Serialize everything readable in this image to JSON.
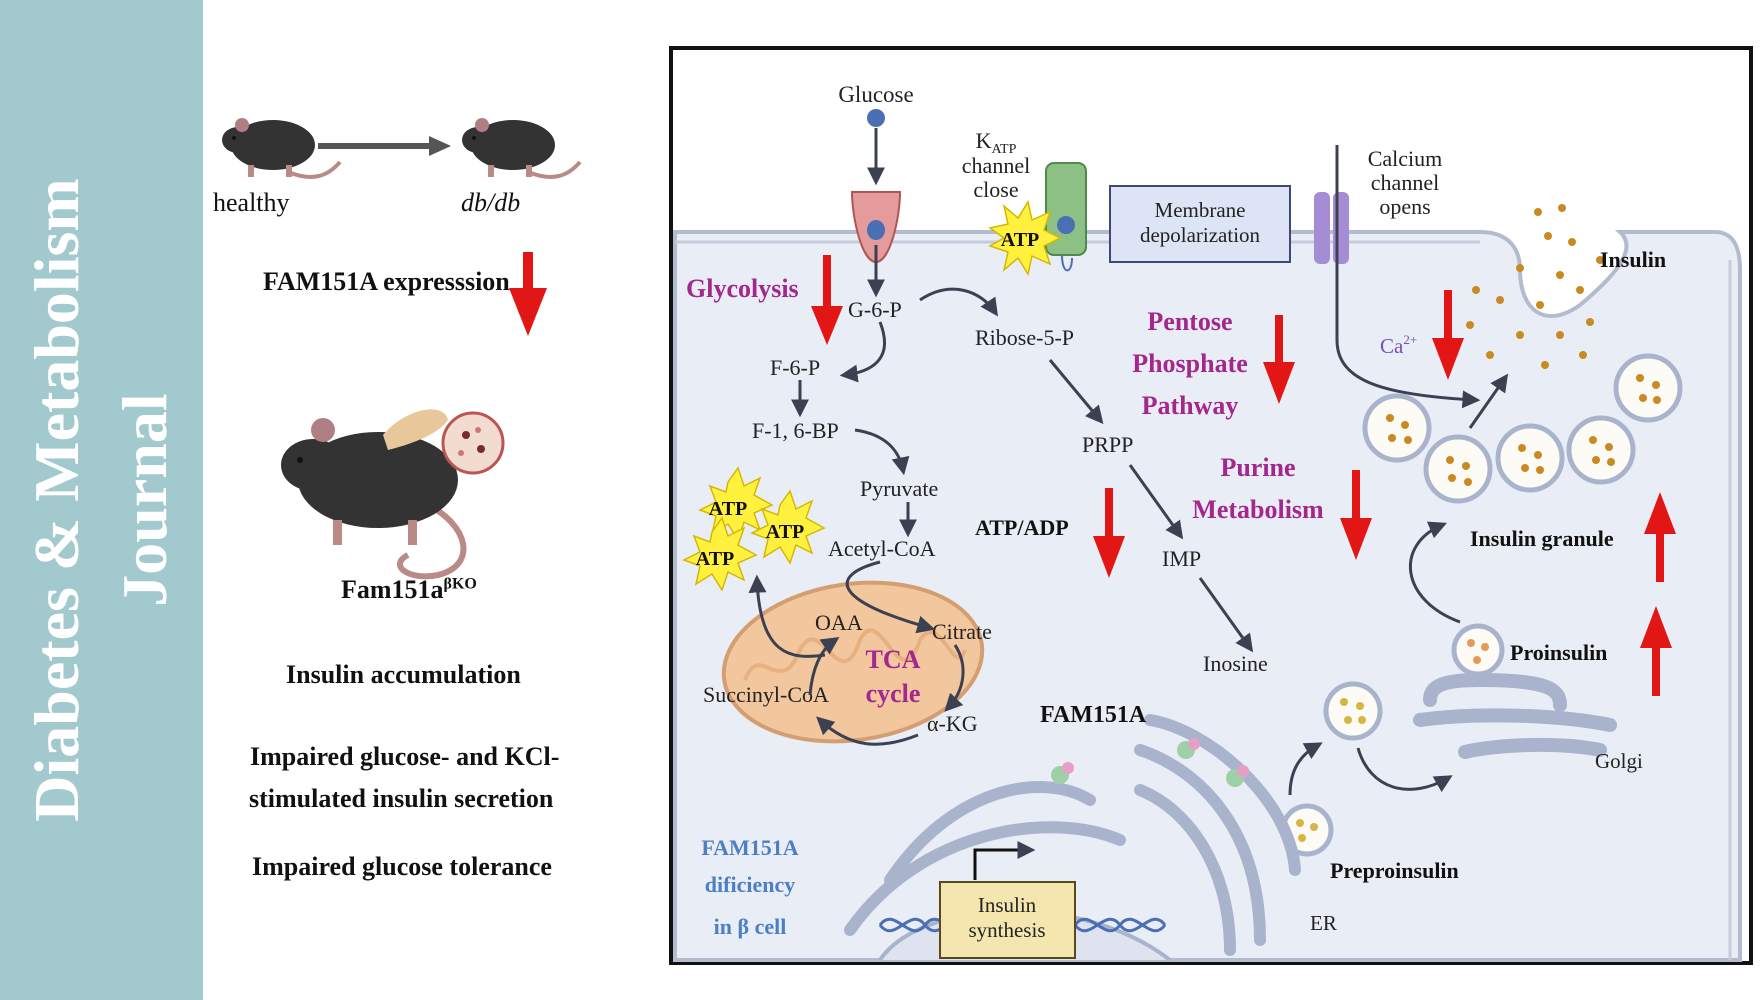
{
  "journal": {
    "line1": "Diabetes & Metabolism",
    "line2": "Journal"
  },
  "left": {
    "healthy_label": "healthy",
    "db_label": "db/db",
    "fam_expression": "FAM151A expresssion",
    "ko_label": "Fam151a",
    "ko_superscript": "βKO",
    "outcome1": "Insulin accumulation",
    "outcome2_line1": "Impaired glucose- and KCl-",
    "outcome2_line2": "stimulated insulin secretion",
    "outcome3": "Impaired glucose tolerance"
  },
  "diagram": {
    "glucose": "Glucose",
    "katp_k": "K",
    "katp_sub": "ATP",
    "katp_line2": "channel",
    "katp_line3": "close",
    "atp": "ATP",
    "membrane_line1": "Membrane",
    "membrane_line2": "depolarization",
    "calcium_line1": "Calcium",
    "calcium_line2": "channel",
    "calcium_line3": "opens",
    "insulin": "Insulin",
    "ca": "Ca",
    "ca_sup": "2+",
    "glycolysis": "Glycolysis",
    "g6p": "G-6-P",
    "ribose": "Ribose-5-P",
    "f6p": "F-6-P",
    "f16bp": "F-1, 6-BP",
    "pyruvate": "Pyruvate",
    "acetyl": "Acetyl-CoA",
    "ppp_line1": "Pentose",
    "ppp_line2": "Phosphate",
    "ppp_line3": "Pathway",
    "prpp": "PRPP",
    "purine_line1": "Purine",
    "purine_line2": "Metabolism",
    "atp_adp": "ATP/ADP",
    "imp": "IMP",
    "inosine": "Inosine",
    "oaa": "OAA",
    "citrate": "Citrate",
    "tca_line1": "TCA",
    "tca_line2": "cycle",
    "succinyl": "Succinyl-CoA",
    "akg": "α-KG",
    "fam151a": "FAM151A",
    "insulin_granule": "Insulin granule",
    "proinsulin": "Proinsulin",
    "golgi": "Golgi",
    "preproinsulin": "Preproinsulin",
    "er": "ER",
    "deficiency_line1": "FAM151A",
    "deficiency_line2": "dificiency",
    "deficiency_line3": "in β cell",
    "synthesis_line1": "Insulin",
    "synthesis_line2": "synthesis"
  },
  "colors": {
    "sidebar": "#a2c9cd",
    "magenta_label": "#a3278f",
    "blue_label": "#4d7fc4",
    "purple_label": "#7a4fb0",
    "down_arrow": "#e31616",
    "atp_star": "#fff13d",
    "mito": "#f2c79e",
    "cell_bg": "#e9edf6"
  }
}
